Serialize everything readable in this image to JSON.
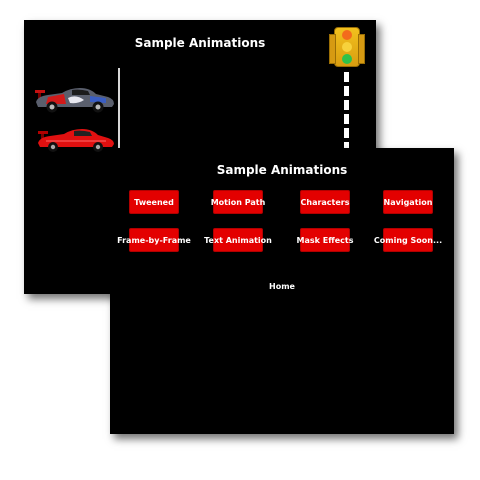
{
  "back_screen": {
    "title": "Sample Animations"
  },
  "front_screen": {
    "title": "Sample Animations",
    "buttons": [
      "Tweened",
      "Motion Path",
      "Characters",
      "Navigation",
      "Frame-by-Frame",
      "Text Animation",
      "Mask Effects",
      "Coming Soon..."
    ],
    "home_label": "Home"
  },
  "colors": {
    "screen_background": "#000000",
    "button_red": "#e30000",
    "text": "#ffffff"
  },
  "icons": [
    "traffic-light-icon",
    "race-car-icon",
    "red-sports-car-icon"
  ]
}
